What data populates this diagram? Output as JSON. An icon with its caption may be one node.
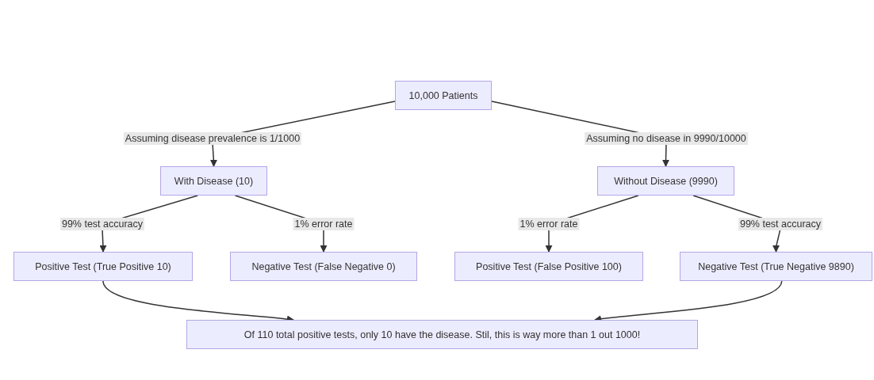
{
  "diagram": {
    "nodes": [
      {
        "text": [
          "10,000 Patients"
        ]
      },
      {
        "text": [
          "With Disease (10)"
        ]
      },
      {
        "text": [
          "Without Disease (9990)"
        ]
      },
      {
        "text": [
          "Positive Test (True Positive 10)"
        ]
      },
      {
        "text": [
          "Negative Test (False Negative 0)"
        ]
      },
      {
        "text": [
          "Positive Test (False Positive 100)"
        ]
      },
      {
        "text": [
          "Negative Test (True Negative 9890)"
        ]
      },
      {
        "text": [
          "Of 110 total positive tests, only 10 have the disease. Stil, this is way more than 1 out 1000!"
        ]
      }
    ],
    "edges": [
      {
        "from": 0,
        "to": 1,
        "arrow": "to",
        "label": "Assuming disease prevalence is 1/1000"
      },
      {
        "from": 0,
        "to": 2,
        "arrow": "to",
        "label": "Assuming no disease in 9990/10000"
      },
      {
        "from": 1,
        "to": 3,
        "arrow": "to",
        "label": "99% test accuracy"
      },
      {
        "from": 1,
        "to": 4,
        "arrow": "to",
        "label": "1% error rate"
      },
      {
        "from": 2,
        "to": 5,
        "arrow": "to",
        "label": "1% error rate"
      },
      {
        "from": 2,
        "to": 6,
        "arrow": "to",
        "label": "99% test accuracy"
      },
      {
        "from": 3,
        "to": 7,
        "arrow": "to"
      },
      {
        "from": 6,
        "to": 7,
        "arrow": "to"
      }
    ]
  }
}
